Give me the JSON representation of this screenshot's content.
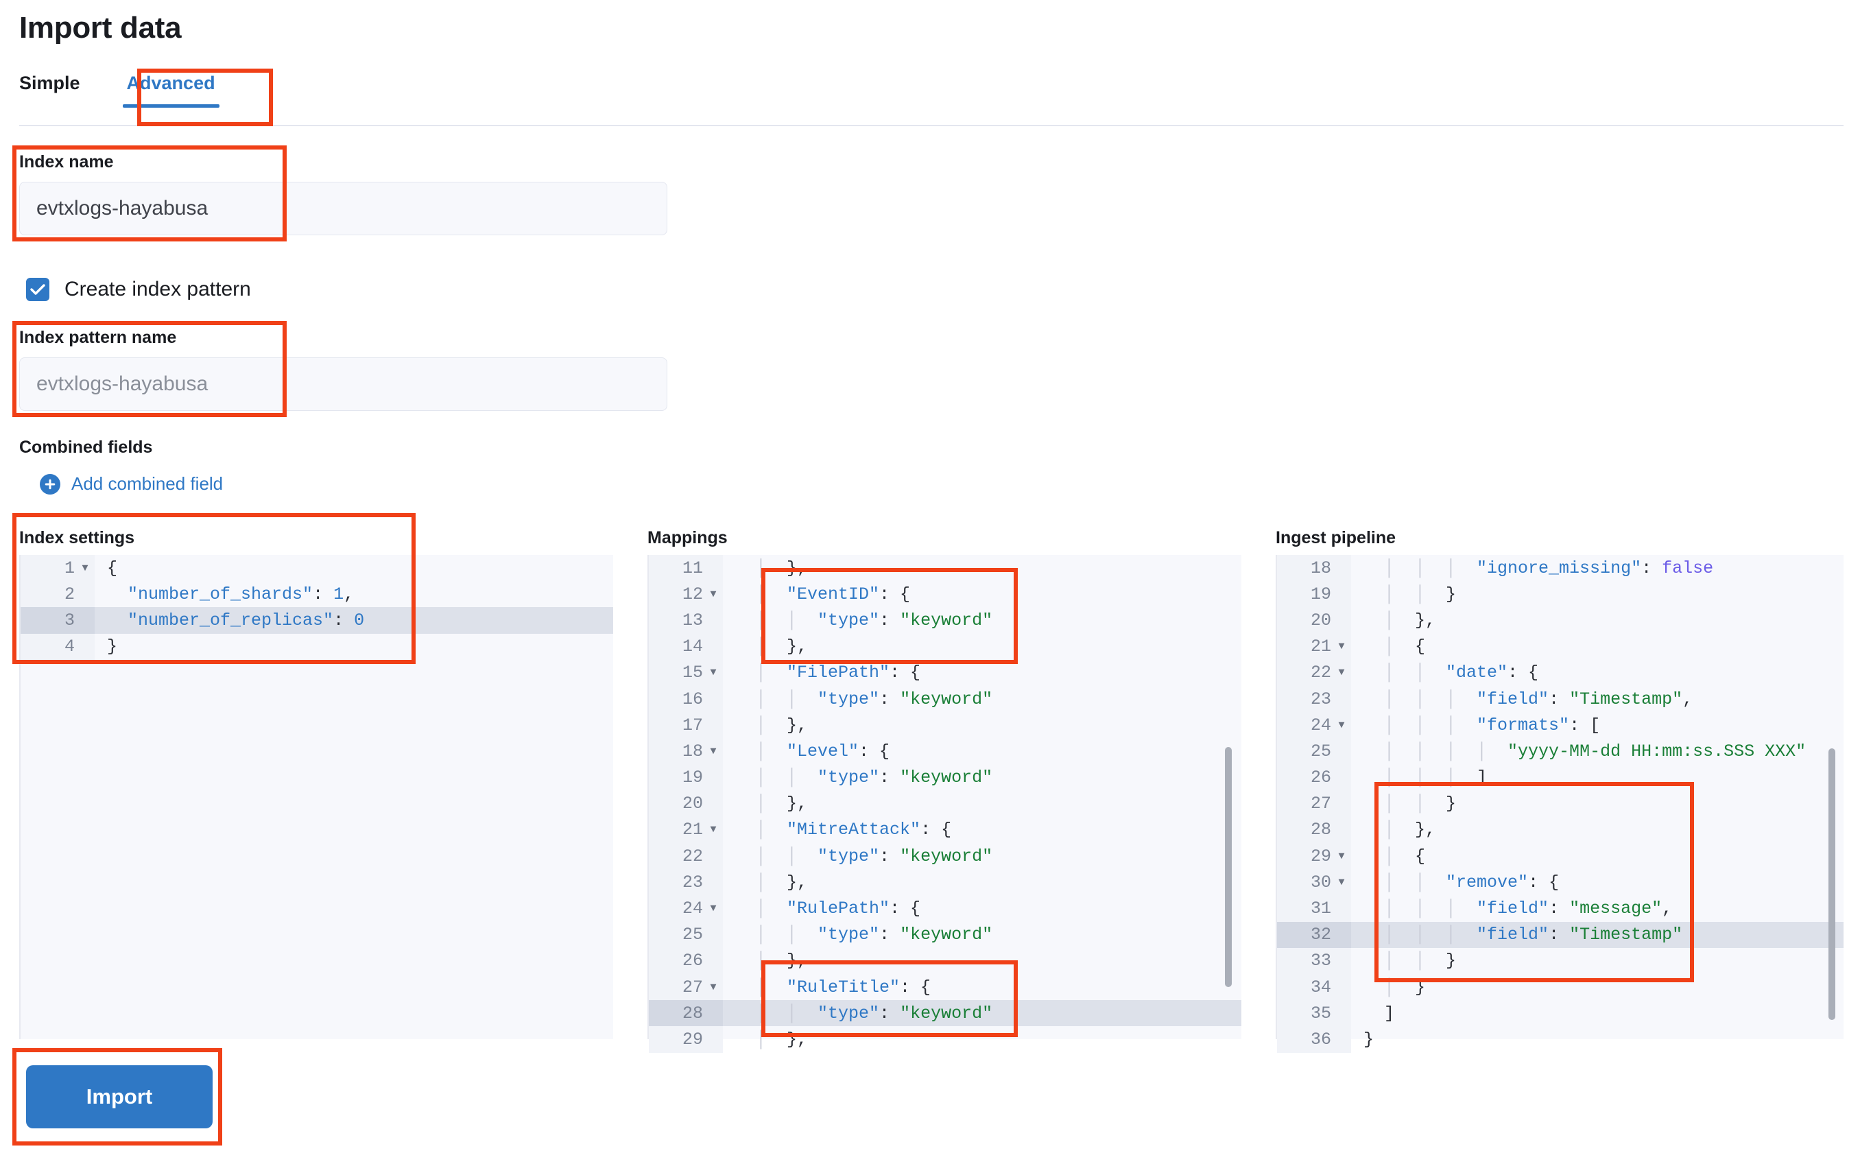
{
  "header": {
    "title": "Import data"
  },
  "tabs": [
    {
      "label": "Simple",
      "active": false
    },
    {
      "label": "Advanced",
      "active": true
    }
  ],
  "form": {
    "index_name": {
      "label": "Index name",
      "value": "evtxlogs-hayabusa"
    },
    "create_index_pattern": {
      "label": "Create index pattern",
      "checked": true
    },
    "index_pattern_name": {
      "label": "Index pattern name",
      "placeholder": "evtxlogs-hayabusa"
    },
    "combined_fields": {
      "label": "Combined fields",
      "add_label": "Add combined field"
    }
  },
  "editors": {
    "index_settings": {
      "title": "Index settings",
      "active_line": 3,
      "lines": [
        {
          "num": "1",
          "fold": true,
          "tokens": [
            {
              "t": "{",
              "c": "p"
            }
          ]
        },
        {
          "num": "2",
          "fold": false,
          "tokens": [
            {
              "t": "  \"number_of_shards\"",
              "c": "k"
            },
            {
              "t": ": ",
              "c": "p"
            },
            {
              "t": "1",
              "c": "n"
            },
            {
              "t": ",",
              "c": "p"
            }
          ]
        },
        {
          "num": "3",
          "fold": false,
          "tokens": [
            {
              "t": "  \"number_of_replicas\"",
              "c": "k"
            },
            {
              "t": ": ",
              "c": "p"
            },
            {
              "t": "0",
              "c": "n"
            }
          ]
        },
        {
          "num": "4",
          "fold": false,
          "tokens": [
            {
              "t": "}",
              "c": "p"
            }
          ]
        }
      ]
    },
    "mappings": {
      "title": "Mappings",
      "active_line": 28,
      "lines": [
        {
          "num": "11",
          "fold": false,
          "tokens": [
            {
              "t": "  │  ",
              "c": "ig"
            },
            {
              "t": "},",
              "c": "p"
            }
          ]
        },
        {
          "num": "12",
          "fold": true,
          "tokens": [
            {
              "t": "  │  ",
              "c": "ig"
            },
            {
              "t": "\"EventID\"",
              "c": "k"
            },
            {
              "t": ": {",
              "c": "p"
            }
          ]
        },
        {
          "num": "13",
          "fold": false,
          "tokens": [
            {
              "t": "  │  │  ",
              "c": "ig"
            },
            {
              "t": "\"type\"",
              "c": "k"
            },
            {
              "t": ": ",
              "c": "p"
            },
            {
              "t": "\"keyword\"",
              "c": "s"
            }
          ]
        },
        {
          "num": "14",
          "fold": false,
          "tokens": [
            {
              "t": "  │  ",
              "c": "ig"
            },
            {
              "t": "},",
              "c": "p"
            }
          ]
        },
        {
          "num": "15",
          "fold": true,
          "tokens": [
            {
              "t": "  │  ",
              "c": "ig"
            },
            {
              "t": "\"FilePath\"",
              "c": "k"
            },
            {
              "t": ": {",
              "c": "p"
            }
          ]
        },
        {
          "num": "16",
          "fold": false,
          "tokens": [
            {
              "t": "  │  │  ",
              "c": "ig"
            },
            {
              "t": "\"type\"",
              "c": "k"
            },
            {
              "t": ": ",
              "c": "p"
            },
            {
              "t": "\"keyword\"",
              "c": "s"
            }
          ]
        },
        {
          "num": "17",
          "fold": false,
          "tokens": [
            {
              "t": "  │  ",
              "c": "ig"
            },
            {
              "t": "},",
              "c": "p"
            }
          ]
        },
        {
          "num": "18",
          "fold": true,
          "tokens": [
            {
              "t": "  │  ",
              "c": "ig"
            },
            {
              "t": "\"Level\"",
              "c": "k"
            },
            {
              "t": ": {",
              "c": "p"
            }
          ]
        },
        {
          "num": "19",
          "fold": false,
          "tokens": [
            {
              "t": "  │  │  ",
              "c": "ig"
            },
            {
              "t": "\"type\"",
              "c": "k"
            },
            {
              "t": ": ",
              "c": "p"
            },
            {
              "t": "\"keyword\"",
              "c": "s"
            }
          ]
        },
        {
          "num": "20",
          "fold": false,
          "tokens": [
            {
              "t": "  │  ",
              "c": "ig"
            },
            {
              "t": "},",
              "c": "p"
            }
          ]
        },
        {
          "num": "21",
          "fold": true,
          "tokens": [
            {
              "t": "  │  ",
              "c": "ig"
            },
            {
              "t": "\"MitreAttack\"",
              "c": "k"
            },
            {
              "t": ": {",
              "c": "p"
            }
          ]
        },
        {
          "num": "22",
          "fold": false,
          "tokens": [
            {
              "t": "  │  │  ",
              "c": "ig"
            },
            {
              "t": "\"type\"",
              "c": "k"
            },
            {
              "t": ": ",
              "c": "p"
            },
            {
              "t": "\"keyword\"",
              "c": "s"
            }
          ]
        },
        {
          "num": "23",
          "fold": false,
          "tokens": [
            {
              "t": "  │  ",
              "c": "ig"
            },
            {
              "t": "},",
              "c": "p"
            }
          ]
        },
        {
          "num": "24",
          "fold": true,
          "tokens": [
            {
              "t": "  │  ",
              "c": "ig"
            },
            {
              "t": "\"RulePath\"",
              "c": "k"
            },
            {
              "t": ": {",
              "c": "p"
            }
          ]
        },
        {
          "num": "25",
          "fold": false,
          "tokens": [
            {
              "t": "  │  │  ",
              "c": "ig"
            },
            {
              "t": "\"type\"",
              "c": "k"
            },
            {
              "t": ": ",
              "c": "p"
            },
            {
              "t": "\"keyword\"",
              "c": "s"
            }
          ]
        },
        {
          "num": "26",
          "fold": false,
          "tokens": [
            {
              "t": "  │  ",
              "c": "ig"
            },
            {
              "t": "},",
              "c": "p"
            }
          ]
        },
        {
          "num": "27",
          "fold": true,
          "tokens": [
            {
              "t": "  │  ",
              "c": "ig"
            },
            {
              "t": "\"RuleTitle\"",
              "c": "k"
            },
            {
              "t": ": {",
              "c": "p"
            }
          ]
        },
        {
          "num": "28",
          "fold": false,
          "tokens": [
            {
              "t": "  │  │  ",
              "c": "ig"
            },
            {
              "t": "\"type\"",
              "c": "k"
            },
            {
              "t": ": ",
              "c": "p"
            },
            {
              "t": "\"keyword\"",
              "c": "s"
            }
          ]
        },
        {
          "num": "29",
          "fold": false,
          "tokens": [
            {
              "t": "  │  ",
              "c": "ig"
            },
            {
              "t": "},",
              "c": "p"
            }
          ]
        }
      ]
    },
    "ingest_pipeline": {
      "title": "Ingest pipeline",
      "active_line": 32,
      "lines": [
        {
          "num": "18",
          "fold": false,
          "tokens": [
            {
              "t": "  │  │  │  ",
              "c": "ig"
            },
            {
              "t": "\"ignore_missing\"",
              "c": "k"
            },
            {
              "t": ": ",
              "c": "p"
            },
            {
              "t": "false",
              "c": "b"
            }
          ]
        },
        {
          "num": "19",
          "fold": false,
          "tokens": [
            {
              "t": "  │  │  ",
              "c": "ig"
            },
            {
              "t": "}",
              "c": "p"
            }
          ]
        },
        {
          "num": "20",
          "fold": false,
          "tokens": [
            {
              "t": "  │  ",
              "c": "ig"
            },
            {
              "t": "},",
              "c": "p"
            }
          ]
        },
        {
          "num": "21",
          "fold": true,
          "tokens": [
            {
              "t": "  │  ",
              "c": "ig"
            },
            {
              "t": "{",
              "c": "p"
            }
          ]
        },
        {
          "num": "22",
          "fold": true,
          "tokens": [
            {
              "t": "  │  │  ",
              "c": "ig"
            },
            {
              "t": "\"date\"",
              "c": "k"
            },
            {
              "t": ": {",
              "c": "p"
            }
          ]
        },
        {
          "num": "23",
          "fold": false,
          "tokens": [
            {
              "t": "  │  │  │  ",
              "c": "ig"
            },
            {
              "t": "\"field\"",
              "c": "k"
            },
            {
              "t": ": ",
              "c": "p"
            },
            {
              "t": "\"Timestamp\"",
              "c": "s"
            },
            {
              "t": ",",
              "c": "p"
            }
          ]
        },
        {
          "num": "24",
          "fold": true,
          "tokens": [
            {
              "t": "  │  │  │  ",
              "c": "ig"
            },
            {
              "t": "\"formats\"",
              "c": "k"
            },
            {
              "t": ": [",
              "c": "p"
            }
          ]
        },
        {
          "num": "25",
          "fold": false,
          "tokens": [
            {
              "t": "  │  │  │  │  ",
              "c": "ig"
            },
            {
              "t": "\"yyyy-MM-dd HH:mm:ss.SSS XXX\"",
              "c": "s"
            }
          ]
        },
        {
          "num": "26",
          "fold": false,
          "tokens": [
            {
              "t": "  │  │  │  ",
              "c": "ig"
            },
            {
              "t": "]",
              "c": "p"
            }
          ]
        },
        {
          "num": "27",
          "fold": false,
          "tokens": [
            {
              "t": "  │  │  ",
              "c": "ig"
            },
            {
              "t": "}",
              "c": "p"
            }
          ]
        },
        {
          "num": "28",
          "fold": false,
          "tokens": [
            {
              "t": "  │  ",
              "c": "ig"
            },
            {
              "t": "},",
              "c": "p"
            }
          ]
        },
        {
          "num": "29",
          "fold": true,
          "tokens": [
            {
              "t": "  │  ",
              "c": "ig"
            },
            {
              "t": "{",
              "c": "p"
            }
          ]
        },
        {
          "num": "30",
          "fold": true,
          "tokens": [
            {
              "t": "  │  │  ",
              "c": "ig"
            },
            {
              "t": "\"remove\"",
              "c": "k"
            },
            {
              "t": ": {",
              "c": "p"
            }
          ]
        },
        {
          "num": "31",
          "fold": false,
          "tokens": [
            {
              "t": "  │  │  │  ",
              "c": "ig"
            },
            {
              "t": "\"field\"",
              "c": "k"
            },
            {
              "t": ": ",
              "c": "p"
            },
            {
              "t": "\"message\"",
              "c": "s"
            },
            {
              "t": ",",
              "c": "p"
            }
          ]
        },
        {
          "num": "32",
          "fold": false,
          "tokens": [
            {
              "t": "  │  │  │  ",
              "c": "ig"
            },
            {
              "t": "\"field\"",
              "c": "k"
            },
            {
              "t": ": ",
              "c": "p"
            },
            {
              "t": "\"Timestamp\"",
              "c": "s"
            }
          ]
        },
        {
          "num": "33",
          "fold": false,
          "tokens": [
            {
              "t": "  │  │  ",
              "c": "ig"
            },
            {
              "t": "}",
              "c": "p"
            }
          ]
        },
        {
          "num": "34",
          "fold": false,
          "tokens": [
            {
              "t": "  │  ",
              "c": "ig"
            },
            {
              "t": "}",
              "c": "p"
            }
          ]
        },
        {
          "num": "35",
          "fold": false,
          "tokens": [
            {
              "t": "  ",
              "c": "ig"
            },
            {
              "t": "]",
              "c": "p"
            }
          ]
        },
        {
          "num": "36",
          "fold": false,
          "tokens": [
            {
              "t": "}",
              "c": "p"
            }
          ]
        }
      ]
    }
  },
  "footer": {
    "import_label": "Import"
  },
  "colors": {
    "accent": "#2f78c5",
    "annotation": "#f04017",
    "string": "#1a7f37",
    "boolean": "#6b5ce7",
    "editor_bg": "#f7f8fc",
    "active_line": "#dde1ea"
  }
}
